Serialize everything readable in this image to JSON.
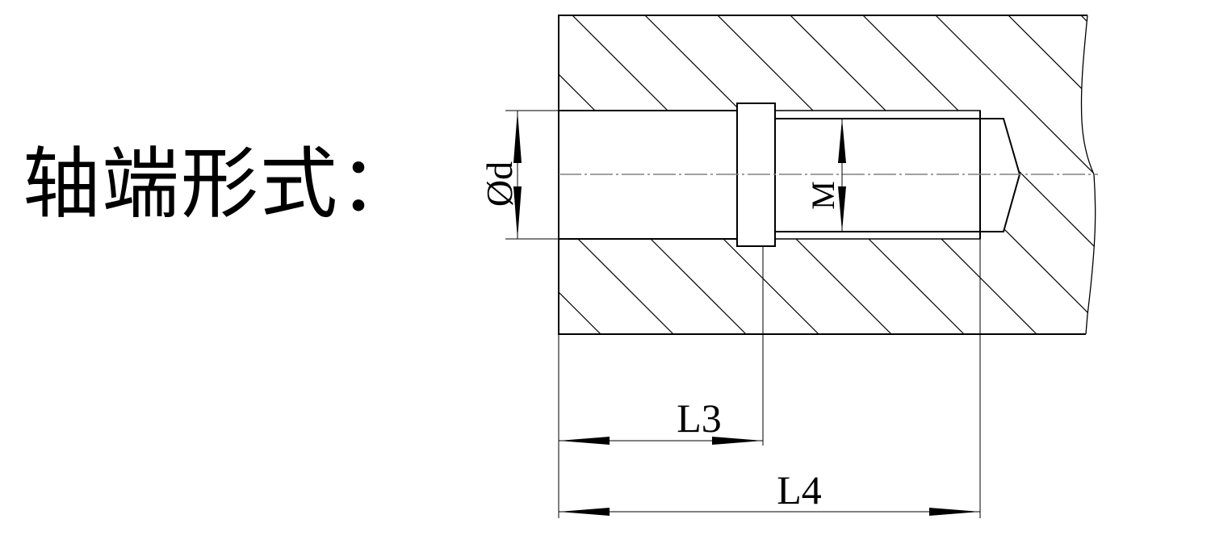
{
  "title": "轴端形式：",
  "labels": {
    "diameter": "Ød",
    "thread": "M",
    "length_l3": "L3",
    "length_l4": "L4"
  },
  "colors": {
    "line": "#000000",
    "centerline": "#808080"
  }
}
